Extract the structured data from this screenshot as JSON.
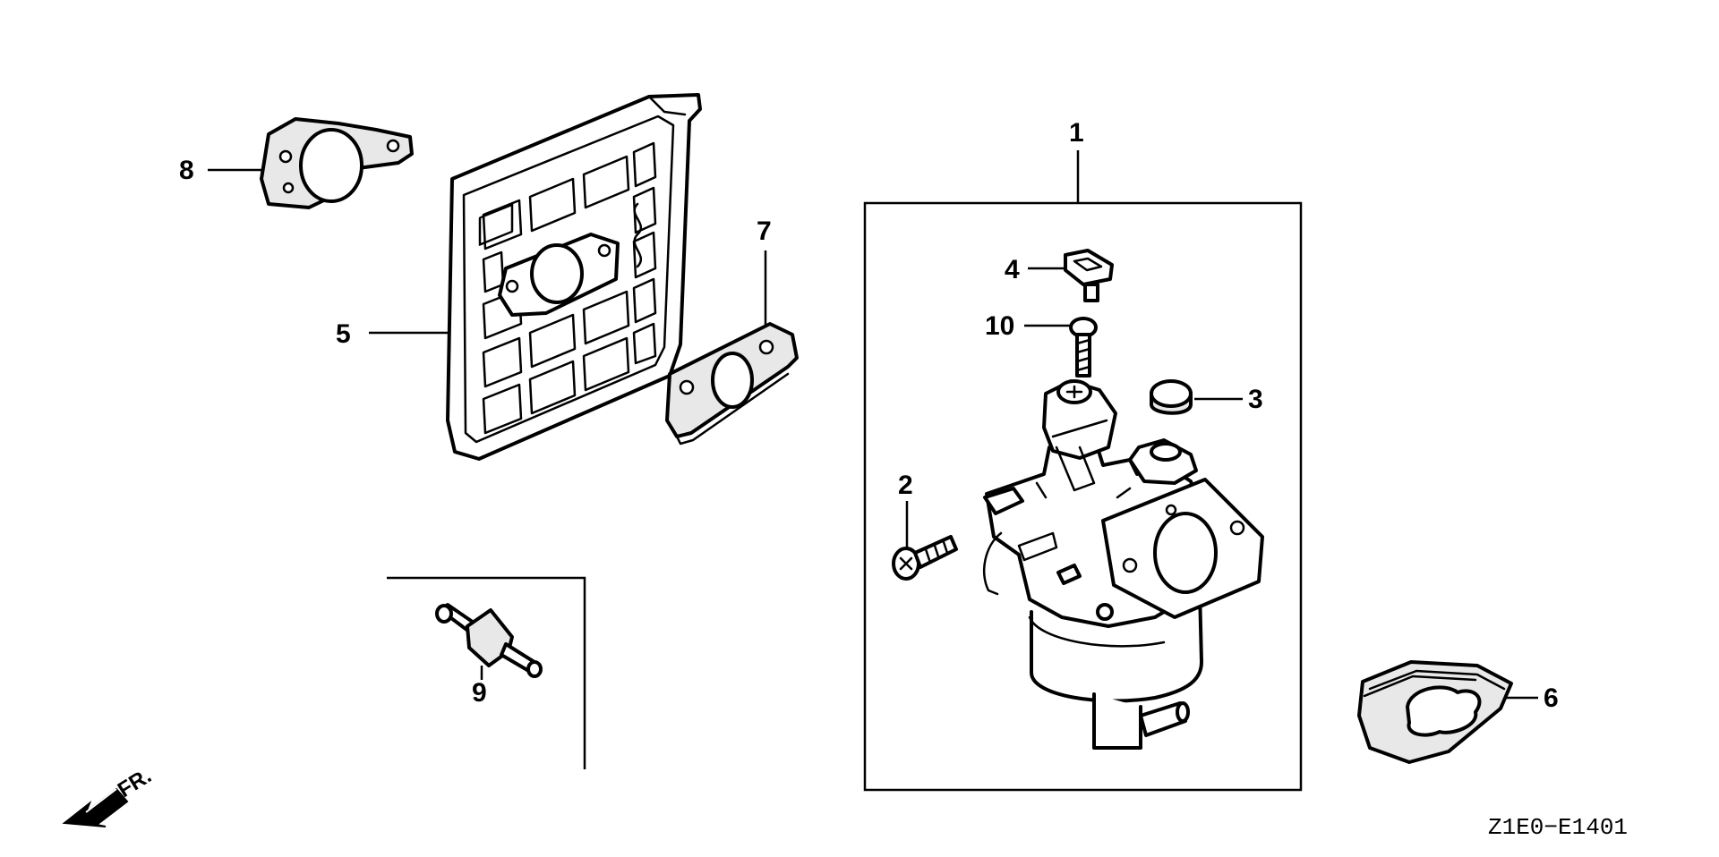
{
  "diagram": {
    "callouts": {
      "p1": "1",
      "p2": "2",
      "p3": "3",
      "p4": "4",
      "p5": "5",
      "p6": "6",
      "p7": "7",
      "p8": "8",
      "p9": "9",
      "p10": "10"
    },
    "direction_label": "FR.",
    "diagram_code": "Z1E0−E1401"
  }
}
